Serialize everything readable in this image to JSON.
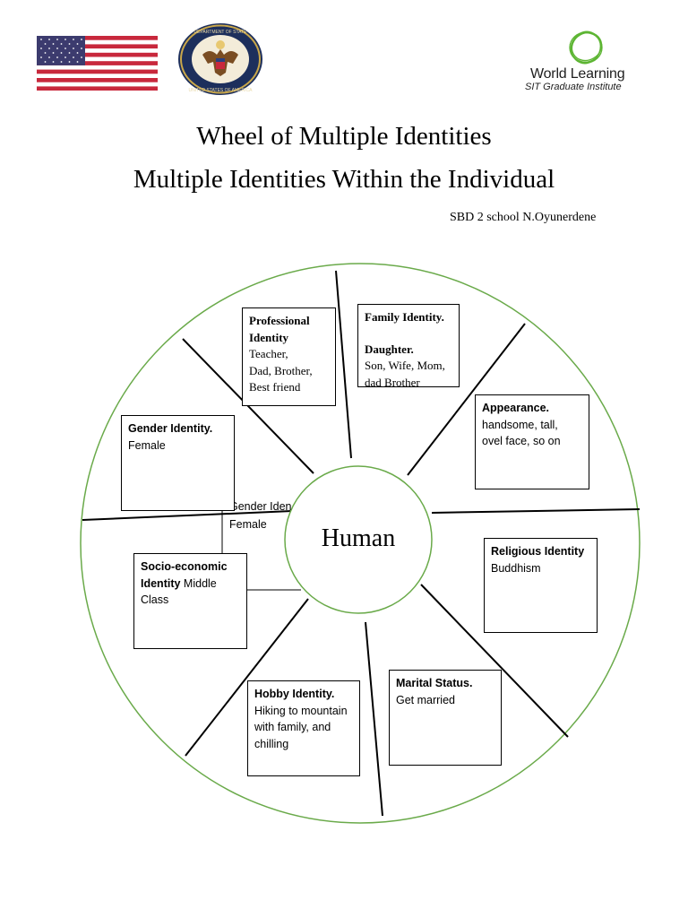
{
  "header": {
    "logos": {
      "flag": {
        "icon": "us-flag-icon"
      },
      "seal": {
        "icon": "department-of-state-seal-icon",
        "text": "DEPARTMENT OF STATE · UNITED STATES OF AMERICA"
      },
      "world_learning": {
        "icon": "world-learning-logo",
        "name": "World Learning",
        "subtitle": "SIT Graduate Institute",
        "color": "#5db533"
      }
    }
  },
  "title_line1": "Wheel of Multiple Identities",
  "title_line2": "Multiple Identities Within the Individual",
  "author": "SBD 2 school N.Oyunerdene",
  "wheel": {
    "center_label": "Human",
    "circle_color": "#6aaa4a",
    "boxes": {
      "professional": {
        "heading1": "Professional",
        "heading2": "Identity",
        "lines": [
          "Teacher,",
          "Dad, Brother,",
          "Best friend"
        ]
      },
      "family": {
        "heading": "Family Identity.",
        "subheading": "Daughter.",
        "lines": [
          "Son, Wife, Mom,",
          "dad Brother"
        ]
      },
      "appearance": {
        "heading": "Appearance.",
        "lines": [
          "handsome, tall,",
          "ovel face, so on"
        ]
      },
      "gender": {
        "heading": "Gender Identity.",
        "lines": [
          "Female"
        ]
      },
      "socio": {
        "heading1": "Socio-economic",
        "heading2": "Identity",
        "inline": " Middle",
        "line2": "Class"
      },
      "religious": {
        "heading": "Religious Identity",
        "lines": [
          "Buddhism"
        ]
      },
      "hobby": {
        "heading": "Hobby Identity.",
        "lines": [
          "Hiking to mountain",
          "with family, and",
          "chilling"
        ]
      },
      "marital": {
        "heading": "Marital Status.",
        "lines": [
          "Get married"
        ]
      }
    },
    "stray_text": {
      "line1": "Gender Iden",
      "line2": "Female"
    }
  }
}
